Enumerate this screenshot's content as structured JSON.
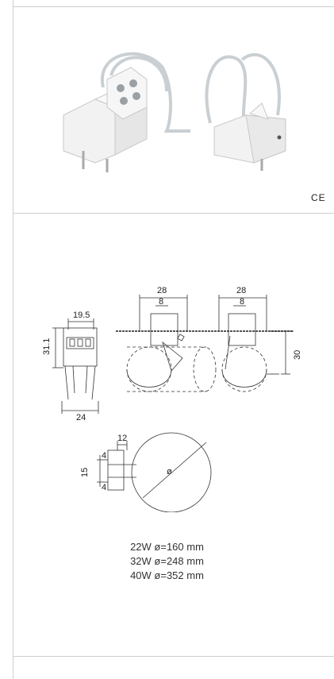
{
  "mark": {
    "ce": "CE"
  },
  "dimensions": {
    "front_width": "19.5",
    "front_height": "31.1",
    "base_width": "24",
    "side_width_a": "28",
    "side_width_b": "28",
    "slot_a": "8",
    "slot_b": "8",
    "right_height": "30",
    "tube_offset": "12",
    "tube_gap_top": "4",
    "tube_gap_mid": "15",
    "tube_gap_bottom": "4",
    "diameter_symbol": "ø"
  },
  "specs": [
    "22W ø=160 mm",
    "32W ø=248 mm",
    "40W ø=352 mm"
  ]
}
